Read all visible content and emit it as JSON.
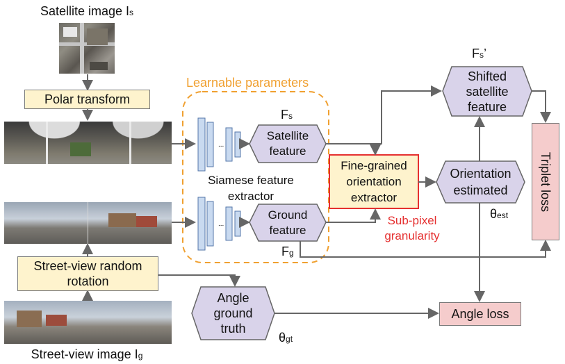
{
  "satellite_image_label": "Satellite image I",
  "satellite_image_sub": "s",
  "polar_transform": "Polar transform",
  "learnable_parameters": "Learnable parameters",
  "fs_label": "F",
  "fs_sub": "s",
  "satellite_feature": [
    "Satellite",
    "feature"
  ],
  "siamese_label": [
    "Siamese feature",
    "extractor"
  ],
  "ground_feature": [
    "Ground",
    "feature"
  ],
  "fg_label": "F",
  "fg_sub": "g",
  "fine_grained": [
    "Fine-grained",
    "orientation",
    "extractor"
  ],
  "sub_pixel": [
    "Sub-pixel",
    "granularity"
  ],
  "shifted_label": "F",
  "shifted_sub": "s",
  "shifted_prime": "’",
  "shifted_feature": [
    "Shifted",
    "satellite",
    "feature"
  ],
  "orientation_estimated": [
    "Orientation",
    "estimated"
  ],
  "theta_est": "θ",
  "theta_est_sub": "est",
  "triplet_loss": "Triplet loss",
  "street_rotation": [
    "Street-view random",
    "rotation"
  ],
  "angle_ground_truth": [
    "Angle",
    "ground",
    "truth"
  ],
  "theta_gt": "θ",
  "theta_gt_sub": "gt",
  "angle_loss": "Angle loss",
  "street_image_label": "Street-view image I",
  "street_image_sub": "g",
  "colors": {
    "hex_fill": "#d9d3ea",
    "hex_stroke": "#666666",
    "yellow_fill": "#fef3cd",
    "pink_fill": "#f5cccc",
    "orange": "#f0a030",
    "red": "#e53030",
    "layer_fill": "#c9daf0"
  }
}
